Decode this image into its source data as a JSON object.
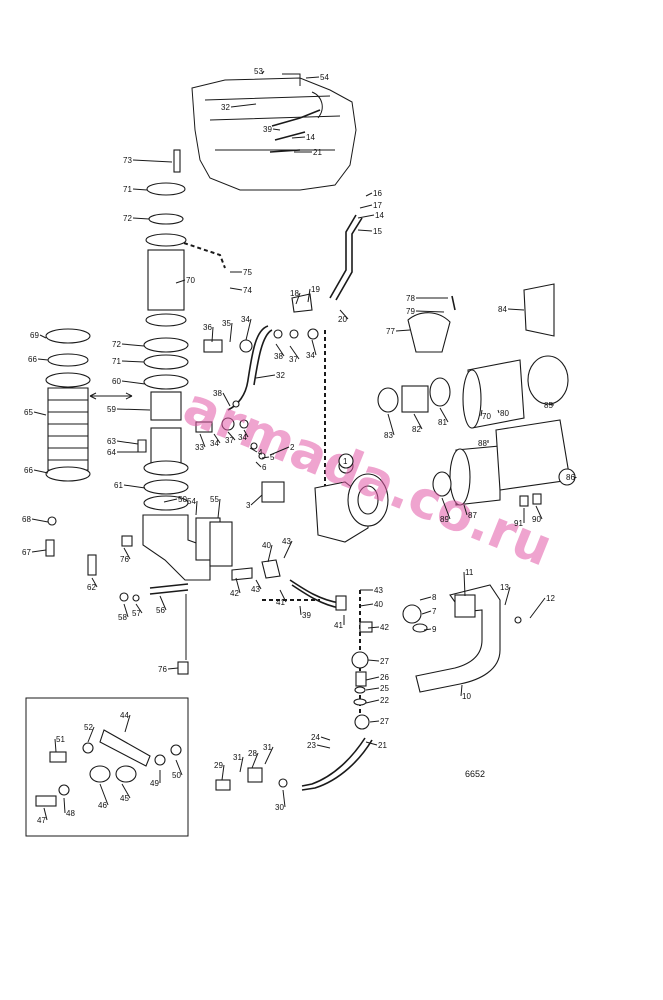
{
  "watermark": "armada.co.ru",
  "drawing_number": "6652",
  "ref_marker": "1",
  "colors": {
    "ink": "#1a1a1a",
    "watermark": "#e25ba8",
    "paper": "#ffffff"
  },
  "callouts": [
    "1",
    "2",
    "3",
    "4",
    "5",
    "6",
    "7",
    "8",
    "9",
    "10",
    "11",
    "12",
    "13",
    "14",
    "14",
    "15",
    "16",
    "17",
    "18",
    "19",
    "20",
    "21",
    "21",
    "22",
    "23",
    "24",
    "25",
    "26",
    "27",
    "27",
    "28",
    "29",
    "30",
    "31",
    "31",
    "32",
    "32",
    "33",
    "34",
    "34",
    "34",
    "34",
    "35",
    "36",
    "37",
    "37",
    "38",
    "38",
    "39",
    "39",
    "40",
    "40",
    "41",
    "41",
    "42",
    "42",
    "43",
    "43",
    "43",
    "44",
    "45",
    "46",
    "47",
    "48",
    "49",
    "50",
    "50",
    "51",
    "52",
    "53",
    "54",
    "54",
    "55",
    "56",
    "57",
    "58",
    "59",
    "60",
    "61",
    "62",
    "63",
    "64",
    "65",
    "66",
    "66",
    "67",
    "68",
    "69",
    "70",
    "70",
    "71",
    "71",
    "72",
    "72",
    "73",
    "74",
    "75",
    "76",
    "76",
    "77",
    "78",
    "79",
    "80",
    "81",
    "82",
    "83",
    "84",
    "85",
    "86",
    "87",
    "88",
    "89",
    "90",
    "91"
  ]
}
